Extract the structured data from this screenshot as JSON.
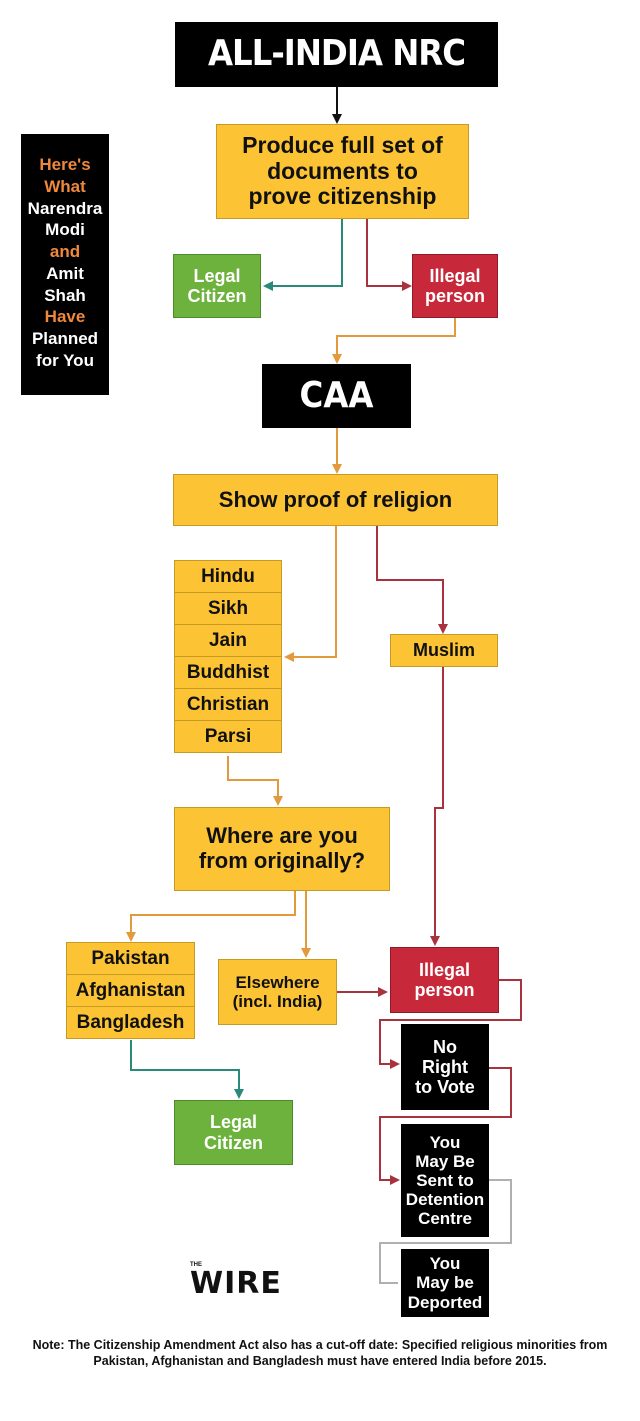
{
  "title": "ALL-INDIA NRC",
  "side_title": [
    {
      "text": "Here's",
      "color": "#f0883c"
    },
    {
      "text": "What",
      "color": "#f0883c"
    },
    {
      "text": "Narendra",
      "color": "#ffffff"
    },
    {
      "text": "Modi",
      "color": "#ffffff"
    },
    {
      "text": "and",
      "color": "#f0883c"
    },
    {
      "text": "Amit",
      "color": "#ffffff"
    },
    {
      "text": "Shah",
      "color": "#ffffff"
    },
    {
      "text": "Have",
      "color": "#f0883c"
    },
    {
      "text": "Planned",
      "color": "#ffffff"
    },
    {
      "text": "for You",
      "color": "#ffffff"
    }
  ],
  "nodes": {
    "produce_docs": "Produce full set of\ndocuments to\nprove citizenship",
    "legal_citizen_1": "Legal\nCitizen",
    "illegal_person_1": "Illegal\nperson",
    "caa": "CAA",
    "show_proof": "Show proof of religion",
    "muslim": "Muslim",
    "where_from": "Where are you\nfrom originally?",
    "elsewhere": "Elsewhere\n(incl. India)",
    "illegal_person_2": "Illegal\nperson",
    "legal_citizen_2": "Legal\nCitizen",
    "no_vote": "No\nRight\nto Vote",
    "detention": "You\nMay Be\nSent to\nDetention\nCentre",
    "deported": "You\nMay be\nDeported"
  },
  "religions": [
    "Hindu",
    "Sikh",
    "Jain",
    "Buddhist",
    "Christian",
    "Parsi"
  ],
  "countries": [
    "Pakistan",
    "Afghanistan",
    "Bangladesh"
  ],
  "logo": {
    "small": "THE",
    "big": "WIRE"
  },
  "note": "Note: The Citizenship Amendment Act also has a cut-off date: Specified religious minorities from Pakistan, Afghanistan and Bangladesh must have entered India before 2015.",
  "colors": {
    "yellow": "#fcc434",
    "green": "#6cb23c",
    "red": "#c8293a",
    "black": "#000000",
    "orange_arrow": "#e39a3c",
    "red_arrow": "#a8333e",
    "teal_arrow": "#2a8a7a",
    "gray_line": "#b0b0b0"
  }
}
